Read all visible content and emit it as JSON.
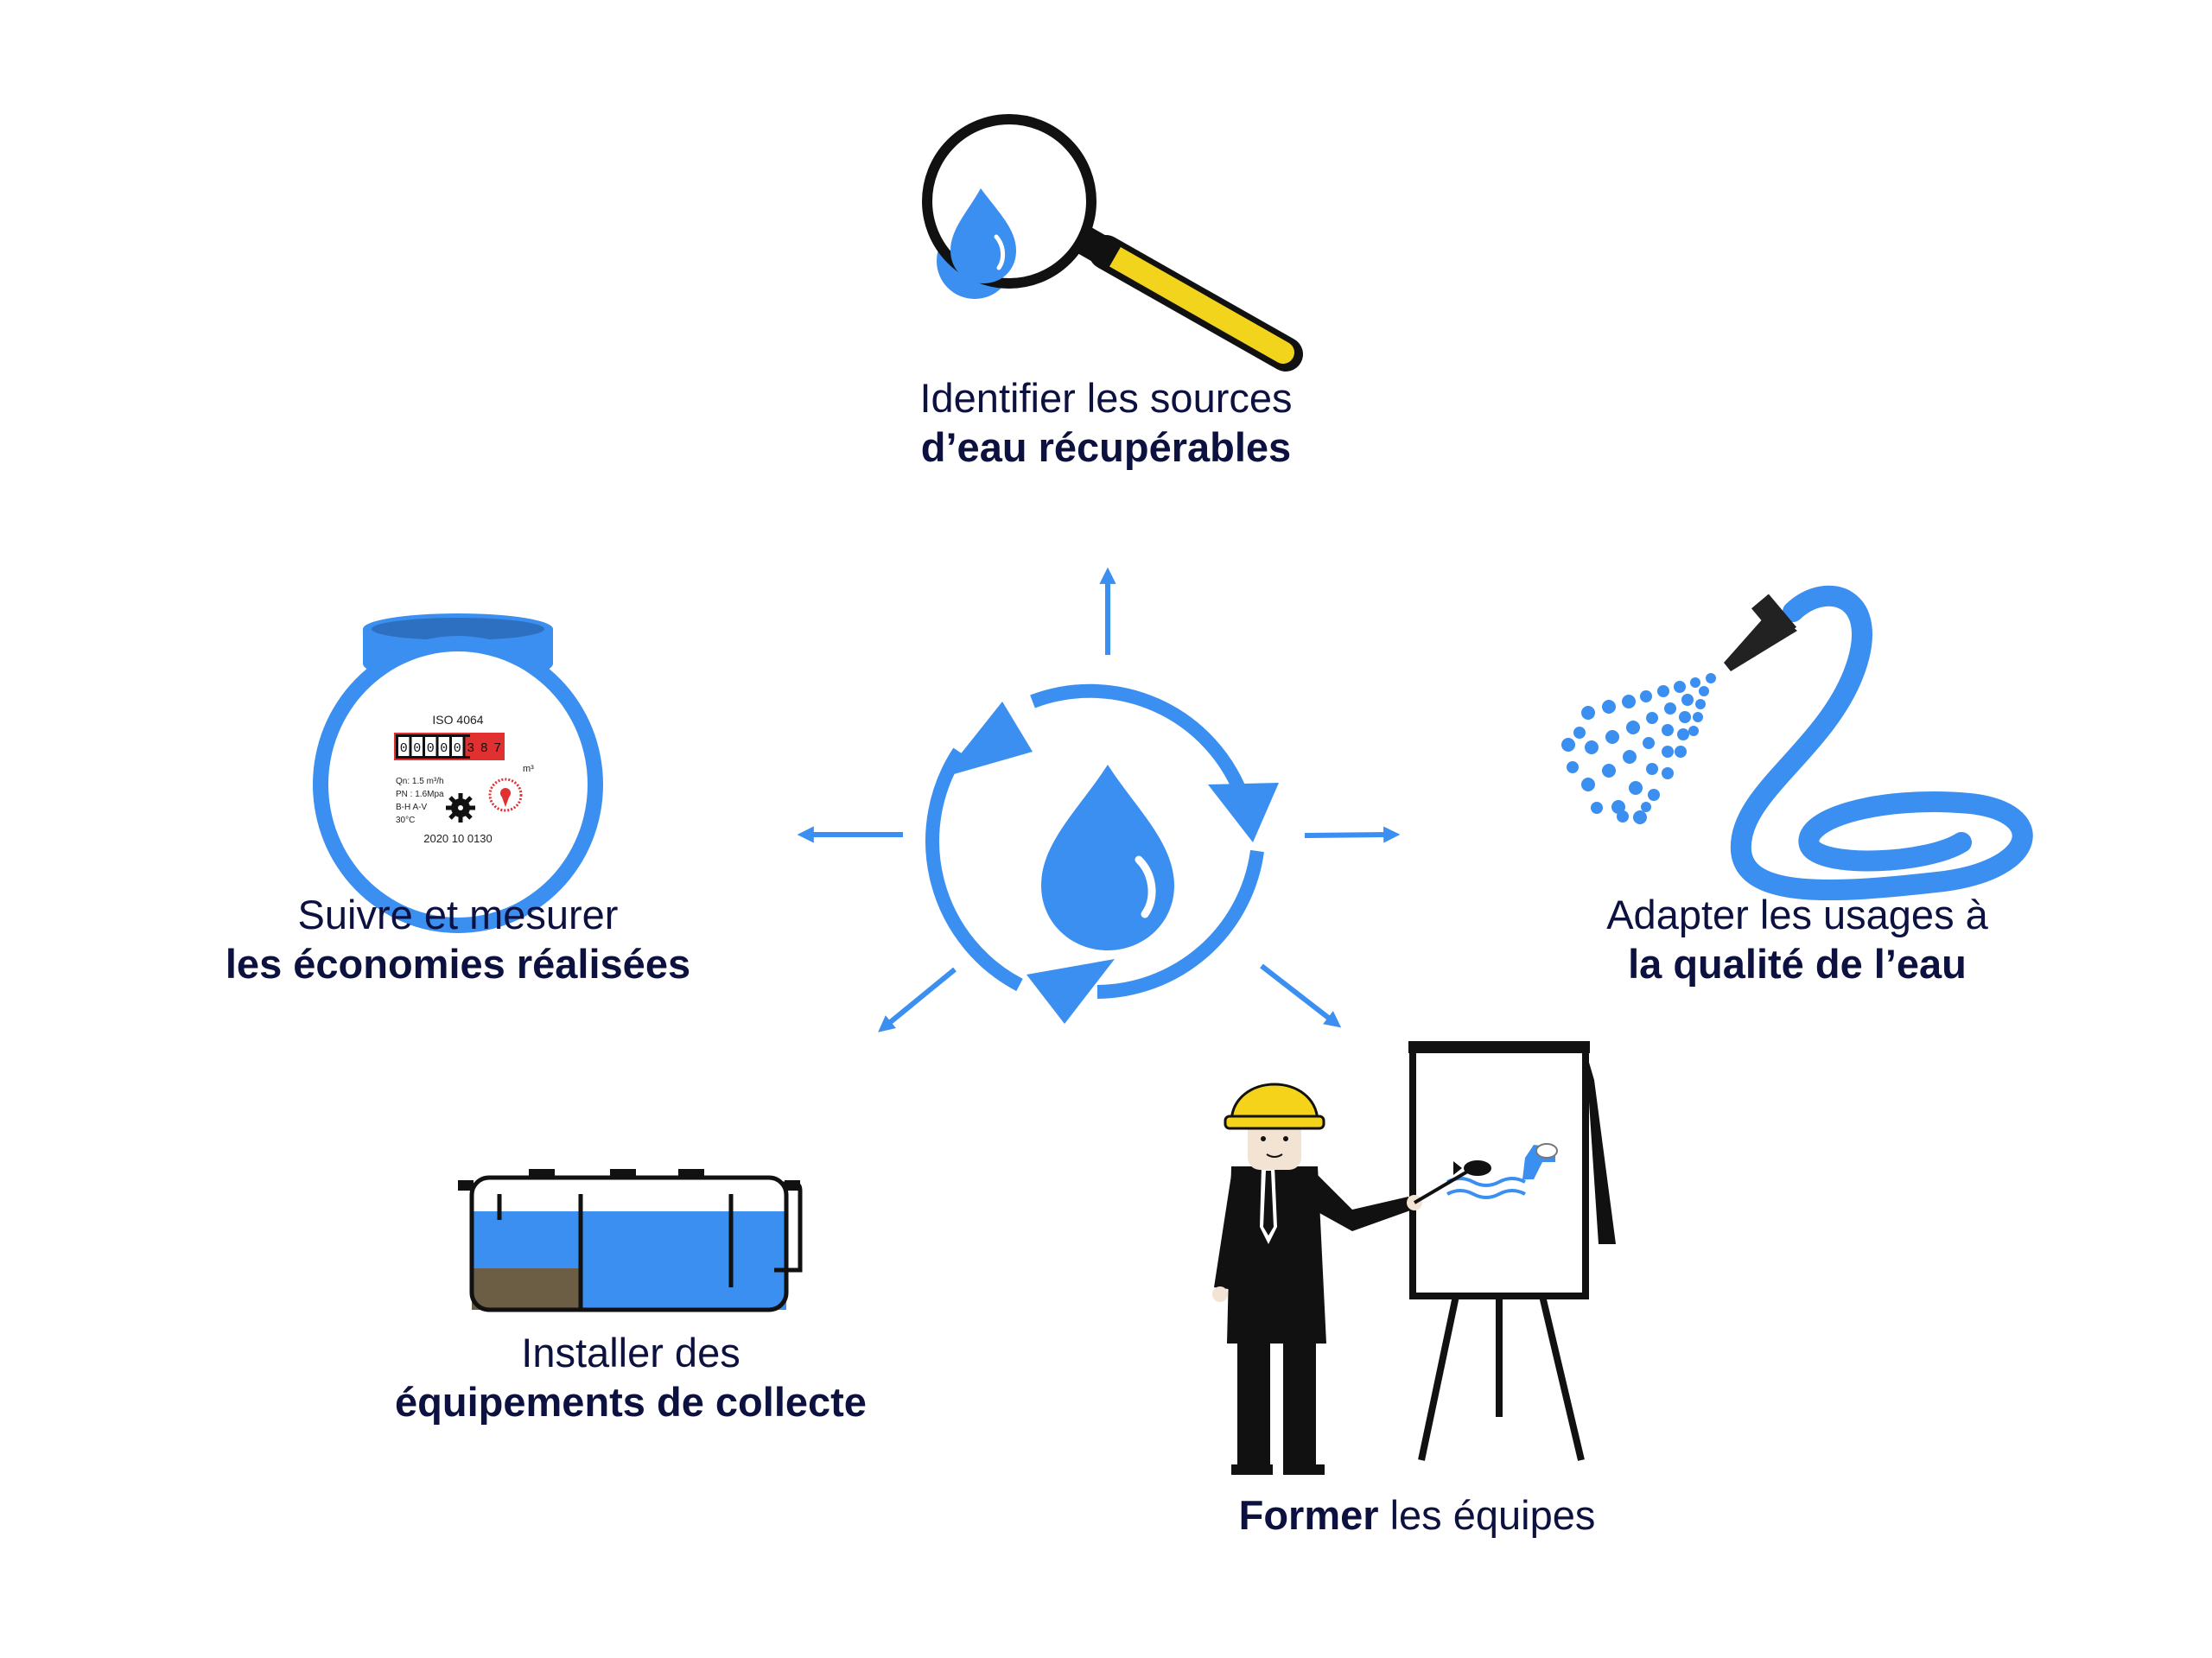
{
  "steps": {
    "identify": {
      "line1": "Identifier les sources",
      "line2": "d’eau récupérables"
    },
    "adapt": {
      "line1": "Adapter les usages à",
      "line2": "la qualité de l’eau"
    },
    "track": {
      "line1": "Suivre et mesurer",
      "line2": "les économies réalisées"
    },
    "install": {
      "line1": "Installer des",
      "line2": "équipements de collecte"
    },
    "train": {
      "bold": "Former",
      "regular": " les équipes"
    }
  },
  "meter": {
    "standard": "ISO  4064",
    "digits": [
      "0",
      "0",
      "0",
      "0",
      "0",
      "3",
      "8",
      "7"
    ],
    "unit": "m³",
    "spec1": "Qn: 1.5 m³/h",
    "spec2": "PN : 1.6Mpa",
    "spec3": "B-H A-V",
    "spec4": "30°C",
    "serial": "2020 10 0130"
  },
  "colors": {
    "accent": "#3b8ff0",
    "text": "#0d1140",
    "magnifier_handle": "#f2d41c",
    "helmet": "#f5d31b",
    "sludge": "#6b5e45"
  },
  "icons": [
    "magnifier-icon",
    "hose-spray-icon",
    "water-meter-icon",
    "water-tank-icon",
    "trainer-flipchart-icon",
    "water-drop-cycle-icon"
  ]
}
